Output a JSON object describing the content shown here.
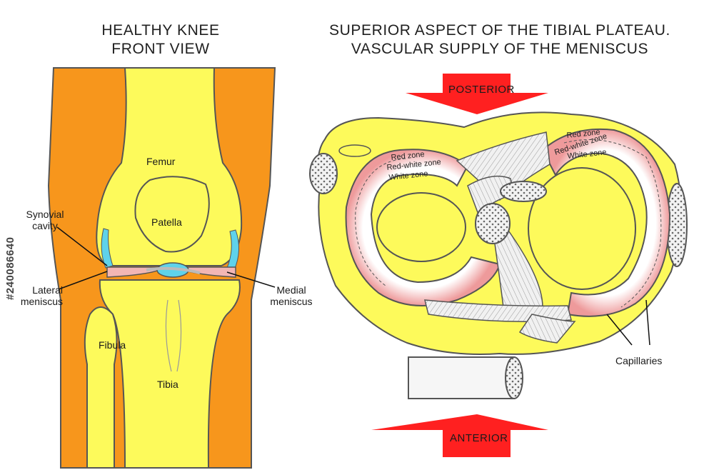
{
  "titles": {
    "left_line1": "HEALTHY KNEE",
    "left_line2": "FRONT VIEW",
    "right_line1": "SUPERIOR ASPECT OF THE TIBIAL PLATEAU.",
    "right_line2": "VASCULAR SUPPLY OF THE MENISCUS"
  },
  "knee_labels": {
    "femur": "Femur",
    "patella": "Patella",
    "synovial_line1": "Synovial",
    "synovial_line2": "cavity",
    "lateral_line1": "Lateral",
    "lateral_line2": "meniscus",
    "medial_line1": "Medial",
    "medial_line2": "meniscus",
    "fibula": "Fibula",
    "tibia": "Tibia"
  },
  "plateau_labels": {
    "posterior": "POSTERIOR",
    "anterior": "ANTERIOR",
    "red_zone": "Red zone",
    "red_white_zone": "Red-white zone",
    "white_zone": "White zone",
    "capillaries": "Capillaries"
  },
  "side_code": "#240086640",
  "colors": {
    "bone": "#fdfa5b",
    "bone_dark": "#e9e635",
    "soft_tissue": "#f7961c",
    "meniscus": "#f2b6b4",
    "meniscus_red": "#e8898a",
    "cartilage_blue": "#5fd2ea",
    "ligament": "#efefef",
    "arrow": "#ff2020",
    "outline": "#555555"
  }
}
